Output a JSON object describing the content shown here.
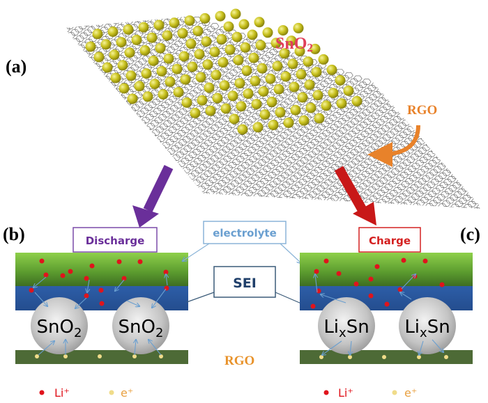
{
  "panels": {
    "a": "(a)",
    "b": "(b)",
    "c": "(c)"
  },
  "labels": {
    "sno2_top": {
      "main": "SnO",
      "sub": "2"
    },
    "rgo_top": "RGO",
    "rgo_bottom": "RGO",
    "discharge": "Discharge",
    "charge": "Charge",
    "electrolyte": "electrolyte",
    "sei": "SEI"
  },
  "particles_b": [
    {
      "main": "SnO",
      "sub": "2"
    },
    {
      "main": "SnO",
      "sub": "2"
    }
  ],
  "particles_c": [
    {
      "main": "Li",
      "sub": "x",
      "tail": "Sn"
    },
    {
      "main": "Li",
      "sub": "x",
      "tail": "Sn"
    }
  ],
  "legend": {
    "li": "Li⁺",
    "e": "e⁺"
  },
  "colors": {
    "purple": "#6a2f9a",
    "red": "#d42020",
    "orange": "#e8822a",
    "electrolyte_green": "#6fb83a",
    "sei_blue": "#2a559f",
    "rgo_green": "#4d6a36",
    "li_dot": "#e0141c",
    "e_dot": "#f0dc8a",
    "arrow_blue": "#6a9fd0"
  }
}
